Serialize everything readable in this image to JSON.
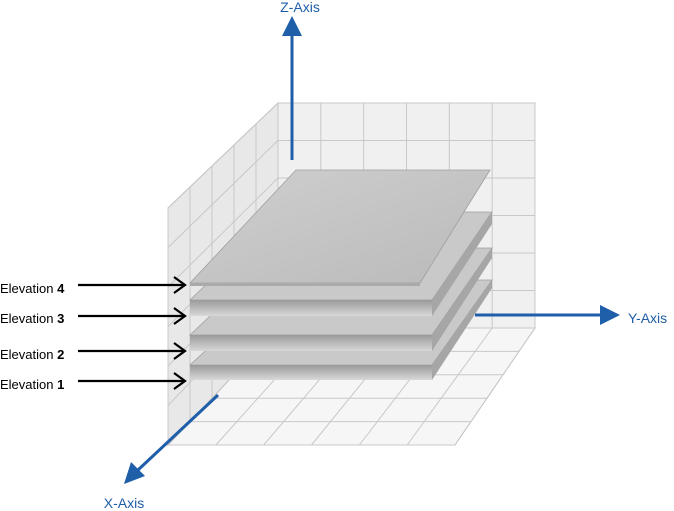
{
  "axes": {
    "z_label": "Z-Axis",
    "y_label": "Y-Axis",
    "x_label": "X-Axis",
    "color": "#1f5ea8"
  },
  "elevations": [
    {
      "prefix": "Elevation ",
      "number": "4"
    },
    {
      "prefix": "Elevation ",
      "number": "3"
    },
    {
      "prefix": "Elevation ",
      "number": "2"
    },
    {
      "prefix": "Elevation ",
      "number": "1"
    }
  ],
  "colors": {
    "plane_top": "#c4c4c4",
    "plane_edge": "#a8a8a8",
    "wall": "#efefef",
    "floor": "#f4f4f4",
    "arrow": "#000000"
  }
}
